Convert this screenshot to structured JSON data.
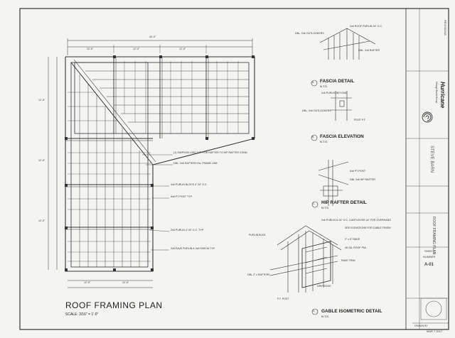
{
  "plan": {
    "title": "ROOF FRAMING PLAN",
    "scale": "SCALE: 3/16\" = 1'-0\""
  },
  "details": [
    {
      "letter": "A",
      "title": "FASCIA DETAIL",
      "scale": "N.T.S."
    },
    {
      "letter": "B",
      "title": "FASCIA ELEVATION",
      "scale": "N.T.S."
    },
    {
      "letter": "C",
      "title": "HIP RAFTER DETAIL",
      "scale": "N.T.S."
    },
    {
      "letter": "D",
      "title": "GABLE ISOMETRIC DETAIL",
      "scale": "N.T.S."
    }
  ],
  "plan_notes": {
    "simpson": "(1) SIMPSON LS50 TYP. FOR RAFTER TO HIP RAFTER CONN.",
    "dbl_rafters": "DBL. 2x6 RAFTERS EA. FRAME LINE",
    "purlin_block": "4x6 PURLIN BLOCK 4' 24\" O.C.",
    "post": "6x6 PT POST TYP.",
    "purlin_oc": "2x6 PURLIN 4' 24\" O.C. TYP.",
    "eave_purlin": "2x6 EAVE PURLIN & 2x6 FASCIA TYP."
  },
  "detail_notes": {
    "roof_purlin": "2x6 ROOF PURLIN 24\" O.C.",
    "outlookers": "DBL. 2x6 OUTLOOKERS",
    "dbl_rafters": "DBL. 2x6 RAFTER",
    "purlin_beyond": "2x6 PURLIN BEYOND",
    "post_pt": "POST P.T.",
    "pt_post": "6x6 PT POST",
    "hip_rafter": "DBL 2x6 HIP RAFTER",
    "purlin_overhang": "2x6 PURLIN & 24\" O.C. CANTILEVER 24\" FOR OVERHANG",
    "purlin_blks": "PURLIN BLKS.",
    "gable_finish": "SEE ELEVATIONS FOR GABLE FINISH",
    "rake": "2\" x 6\" RAKE",
    "roof_pnl": "26 GA. ROOF PNL.",
    "rake_trim": "RAKE TRIM",
    "dbl_2x_rafters": "DBL 2\" x RAFTERS",
    "drip_edge": "DRIP EDGE",
    "pt_post_d": "P.T. POST"
  },
  "dimensions": {
    "top_overall": "40'-0\"",
    "top_segments": [
      "12'-0\"",
      "12'-0\"",
      "12'-0\""
    ],
    "bottom_segments": [
      "12'-0\"",
      "12'-0\""
    ],
    "left_segments": [
      "12'-0\"",
      "12'-0\"",
      "12'-0\""
    ]
  },
  "title_block": {
    "revisions": "REVISIONS",
    "company": "Hurricane",
    "company_sub": "Design Build Group",
    "project": "STEVE BARN",
    "sheet_title": "ROOF FRAMING PLAN",
    "sheet_label": "SHEET",
    "number_label": "NUMBER",
    "sheet_number": "A-01",
    "drawn_by": "DRAWN BY",
    "date": "MAR 7 2017"
  },
  "colors": {
    "ink": "#333333",
    "paper": "#f4f4f2"
  }
}
